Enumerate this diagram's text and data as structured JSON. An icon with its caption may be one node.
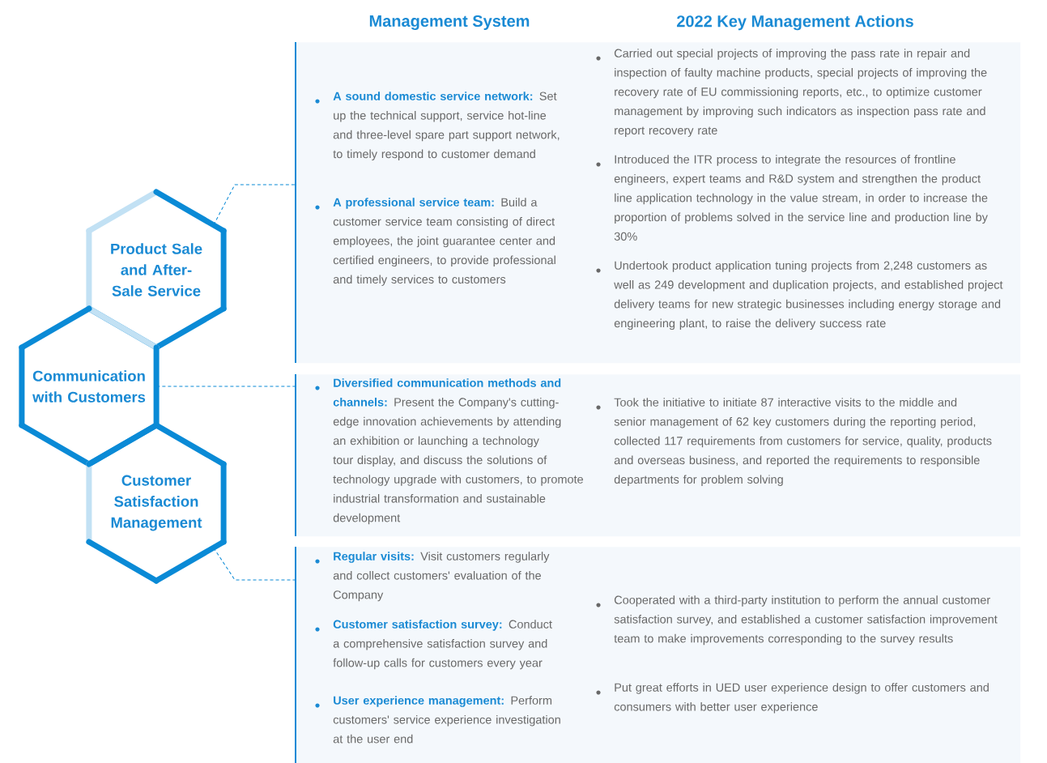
{
  "diagram": {
    "nodes": [
      {
        "text": [
          "Product Sale and After-Sale Service"
        ]
      },
      {
        "text": [
          "Communication with Customers"
        ]
      },
      {
        "text": [
          "Customer Satisfaction Management"
        ]
      },
      {
        "text": [
          "A sound domestic service network:",
          "Set up the technical support, service hot-line and three-level spare part support network, to timely respond to customer demand",
          "A professional service team:",
          "Build a customer service team consisting of direct employees, the joint guarantee center and certified engineers, to provide professional and timely services to customers",
          "Carried out special projects of improving the pass rate in repair and inspection of faulty machine products, special projects of improving the recovery rate of EU commissioning reports, etc., to optimize customer management by improving such indicators as inspection pass rate and report recovery rate",
          "Introduced the ITR process to integrate the resources of frontline engineers, expert teams and R&D system and strengthen the product line application technology in the value stream, in order to increase the proportion of problems solved in the service line and production line by 30%",
          "Undertook product application tuning projects from 2,248 customers as well as 249 development and duplication projects, and established project delivery teams for new strategic businesses including energy storage and engineering plant, to raise the delivery success rate"
        ]
      },
      {
        "text": [
          "Diversified communication methods and channels:",
          "Present the Company's cutting-edge innovation achievements by attending an exhibition or launching a technology tour display, and discuss the solutions of technology upgrade with customers, to promote industrial transformation and sustainable development",
          "Took the initiative to initiate 87 interactive visits to the middle and senior management of 62 key customers during the reporting period, collected 117 requirements from customers for service, quality, products and overseas business, and reported the requirements to responsible departments for problem solving"
        ]
      },
      {
        "text": [
          "Regular visits:",
          "Visit customers regularly and collect customers' evaluation of the Company",
          "Customer satisfaction survey:",
          "Conduct a comprehensive satisfaction survey and follow-up calls for customers every year",
          "User experience management:",
          "Perform customers' service experience investigation at the user end",
          "Cooperated with a third-party institution to perform the annual customer satisfaction survey, and established a customer satisfaction improvement team to make improvements corresponding to the survey results",
          "Put great efforts in UED user experience design to offer customers and consumers with better user experience"
        ]
      }
    ],
    "edges": [
      {
        "from": 0,
        "to": 3,
        "arrow": "none",
        "style": "dashed"
      },
      {
        "from": 1,
        "to": 4,
        "arrow": "none",
        "style": "dashed"
      },
      {
        "from": 2,
        "to": 5,
        "arrow": "none",
        "style": "dashed"
      }
    ],
    "labels": [
      "Management System",
      "2022 Key Management Actions"
    ]
  }
}
